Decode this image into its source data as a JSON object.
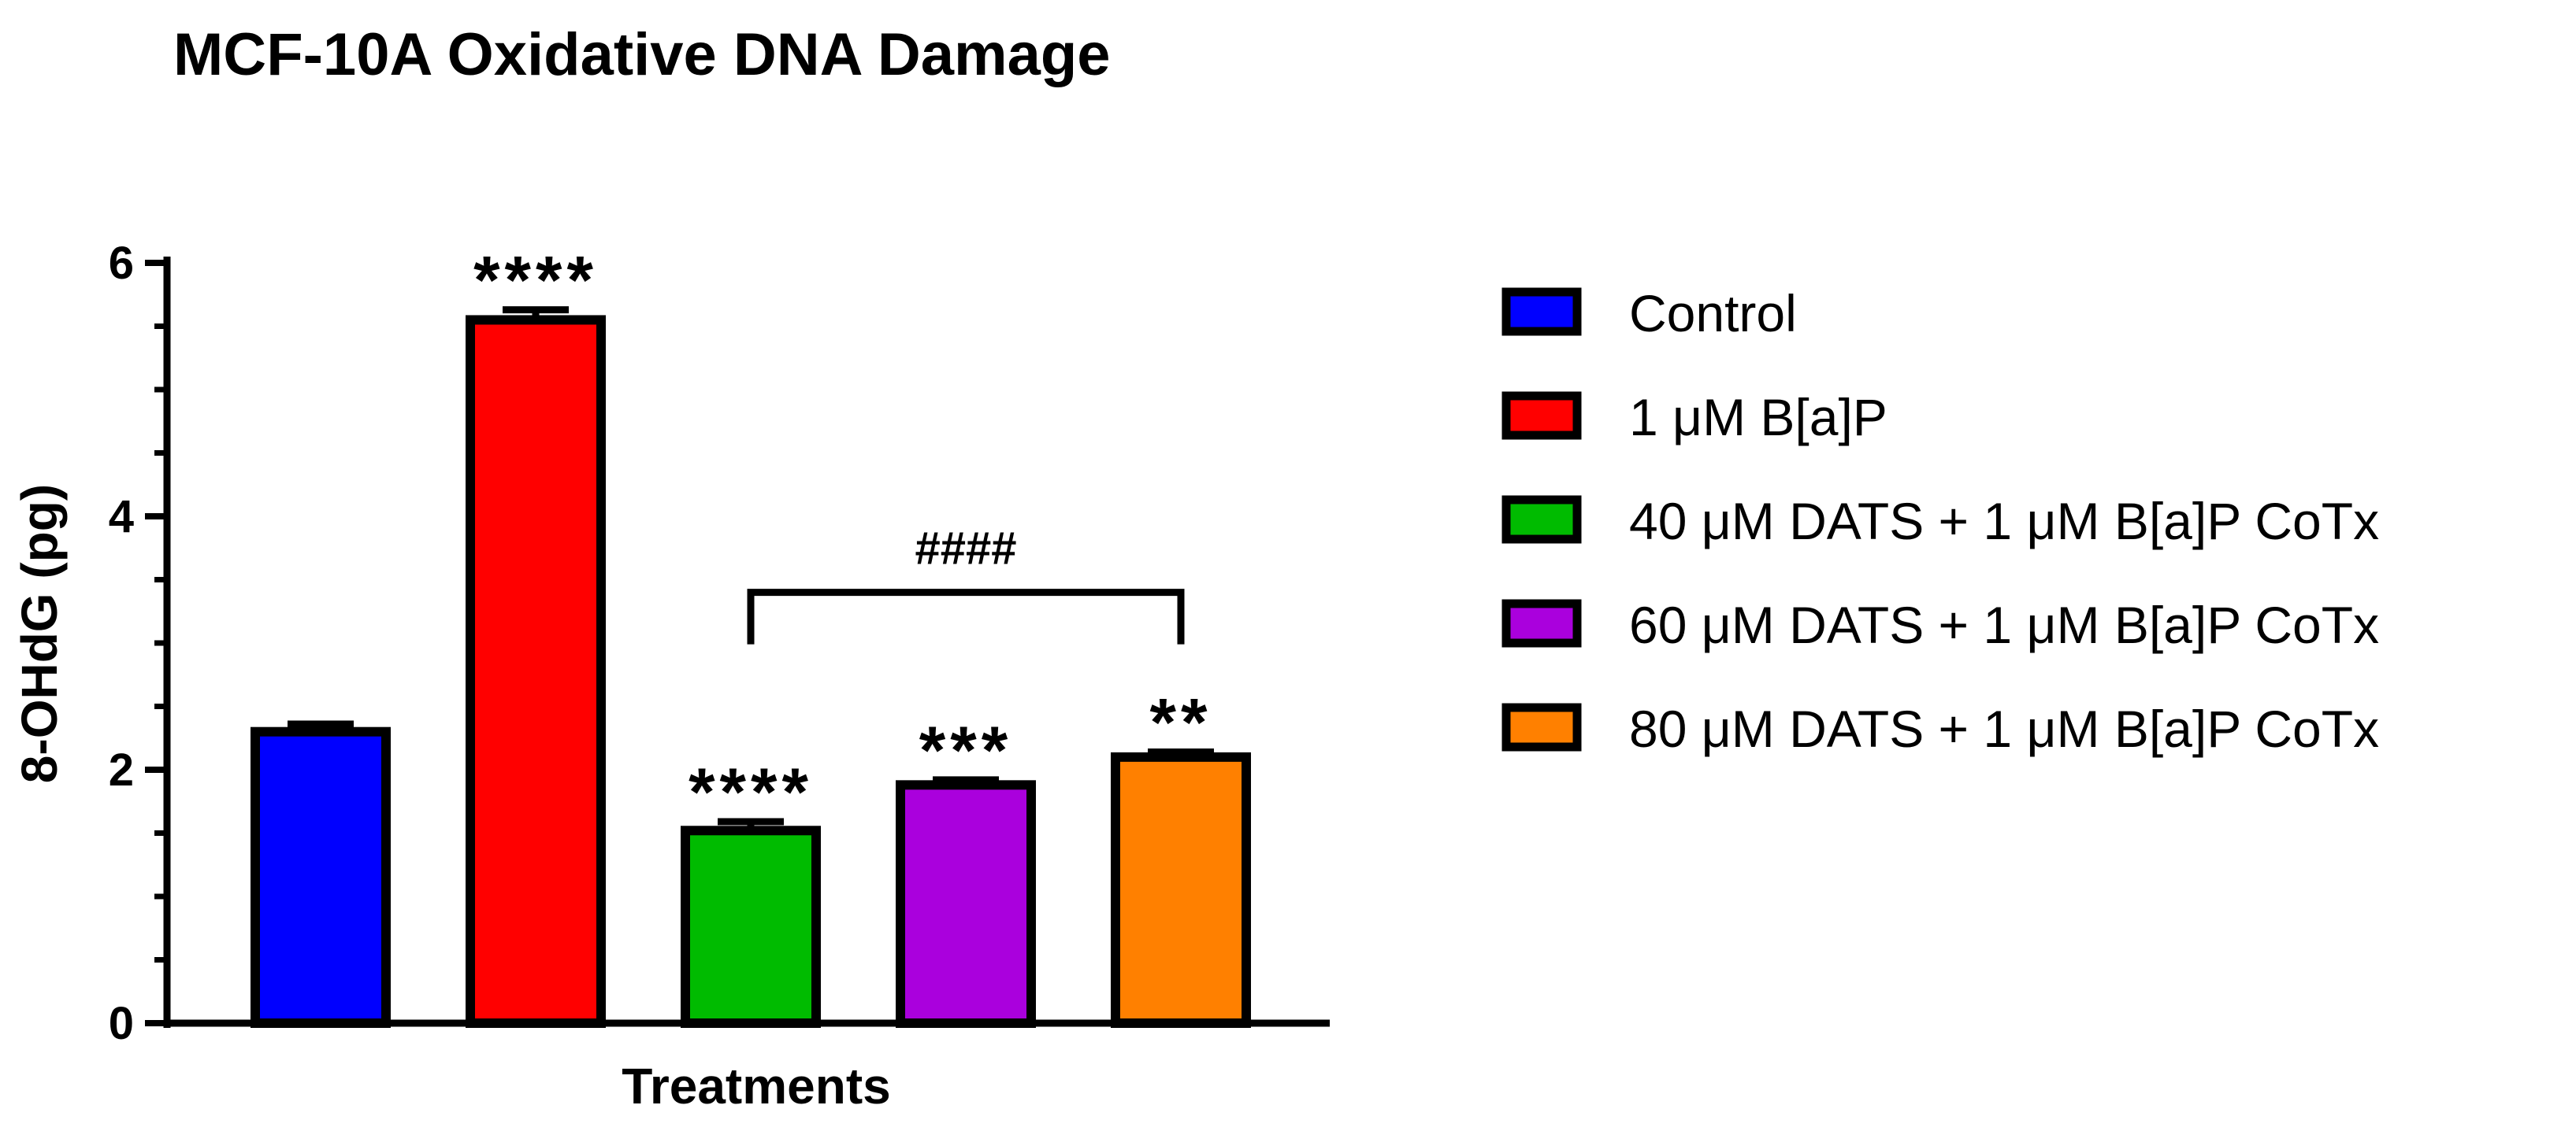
{
  "chart_data": {
    "type": "bar",
    "title": "MCF-10A Oxidative DNA Damage",
    "xlabel": "Treatments",
    "ylabel": "8-OHdG (pg)",
    "ylim": [
      0,
      6
    ],
    "yticks": [
      0,
      2,
      4,
      6
    ],
    "y_minor_step": 0.5,
    "grid": false,
    "legend_position": "right",
    "categories": [
      "Control",
      "1 μM B[a]P",
      "40 μM DATS + 1 μM B[a]P CoTx",
      "60 μM DATS + 1 μM B[a]P CoTx",
      "80 μM DATS + 1 μM B[a]P CoTx"
    ],
    "values": [
      2.3,
      5.55,
      1.52,
      1.88,
      2.1
    ],
    "errors": [
      0.06,
      0.08,
      0.07,
      0.04,
      0.04
    ],
    "colors": [
      "#0000ff",
      "#ff0000",
      "#00bb00",
      "#aa00dd",
      "#ff8000"
    ],
    "significance": [
      "",
      "****",
      "****",
      "***",
      "**"
    ],
    "comparison": {
      "from_index": 2,
      "to_index": 4,
      "y": 3.4,
      "label": "####"
    }
  }
}
